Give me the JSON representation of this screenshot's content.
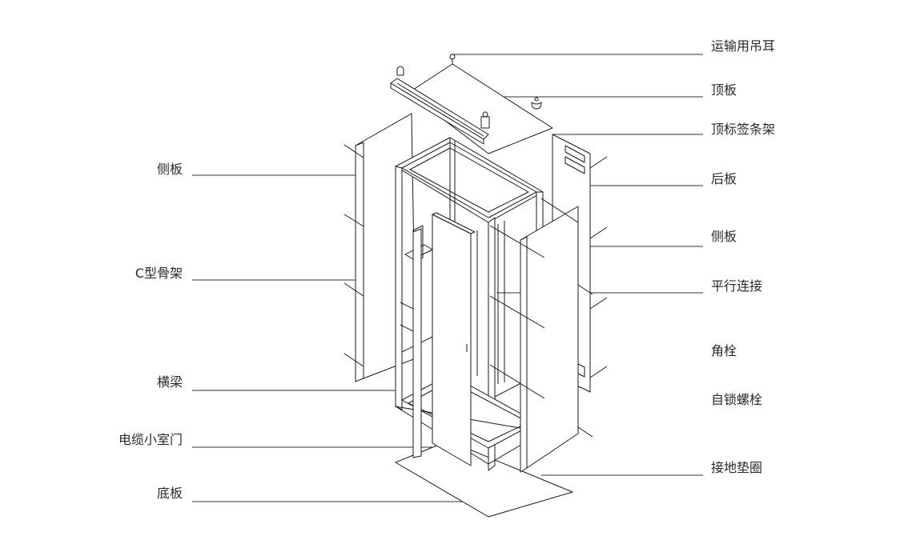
{
  "diagram": {
    "left_labels": {
      "side_panel": "侧板",
      "c_frame": "C型骨架",
      "crossbeam": "横梁",
      "cable_door": "电缆小室门",
      "base_plate": "底板"
    },
    "right_labels": {
      "lifting_eye": "运输用吊耳",
      "top_plate": "顶板",
      "top_label_frame": "顶标签条架",
      "back_plate": "后板",
      "side_panel": "侧板",
      "parallel_connection": "平行连接",
      "corner_bolt": "角栓",
      "self_lock_bolt": "自锁螺栓",
      "ground_washer": "接地垫圈"
    },
    "colors": {
      "line": "#1a1a1a",
      "text": "#2a2a2a",
      "background": "#ffffff"
    }
  }
}
